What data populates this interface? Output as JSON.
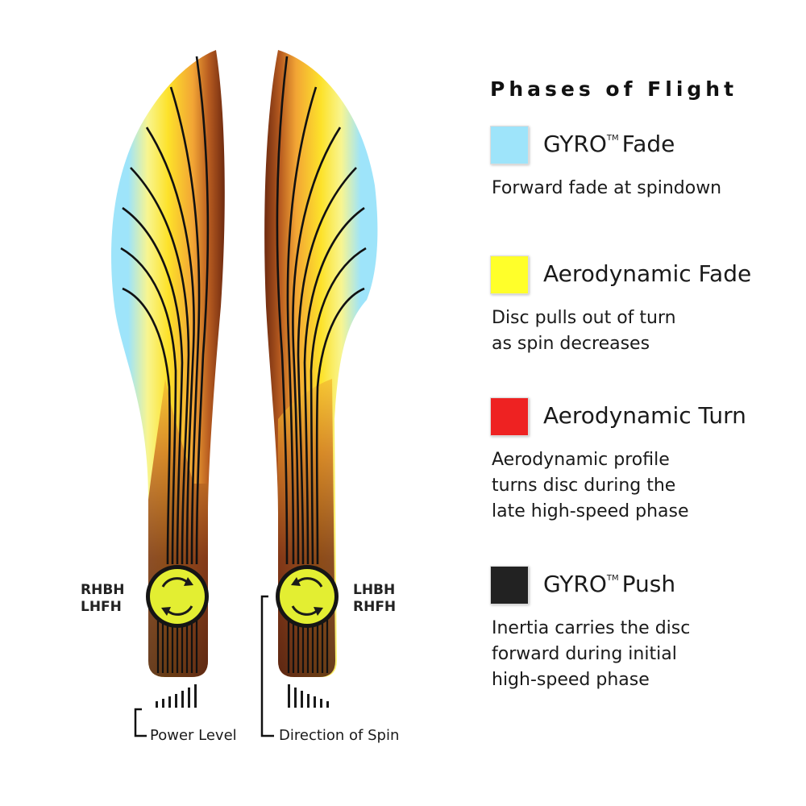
{
  "legend": {
    "title": "Phases of Flight",
    "items": [
      {
        "label": "GYRO",
        "tm": "TM",
        "label_suffix": "Fade",
        "color": "#9ee4fa",
        "description": [
          "Forward fade at spindown"
        ]
      },
      {
        "label": "Aerodynamic Fade",
        "color": "#ffff2a",
        "description": [
          "Disc pulls out of turn",
          "as spin decreases"
        ]
      },
      {
        "label": "Aerodynamic Turn",
        "color": "#ee2222",
        "description": [
          "Aerodynamic profile",
          "turns disc during the",
          "late high-speed phase"
        ]
      },
      {
        "label": "GYRO",
        "tm": "TM",
        "label_suffix": "Push",
        "color": "#222222",
        "description": [
          "Inertia carries the disc",
          "forward during initial",
          "high-speed phase"
        ]
      }
    ]
  },
  "throws": {
    "left": [
      "RHBH",
      "LHFH"
    ],
    "right": [
      "LHBH",
      "RHFH"
    ]
  },
  "captions": {
    "power": "Power Level",
    "spin": "Direction of Spin"
  },
  "colors": {
    "gyro_fade": "#9ee4fa",
    "aero_fade": "#ffff2a",
    "aero_turn": "#ee2222",
    "gyro_push": "#222222",
    "spin_disc": "#e3ee32"
  },
  "icons": [
    "rotation-arrows-icon",
    "power-level-bars-icon"
  ]
}
